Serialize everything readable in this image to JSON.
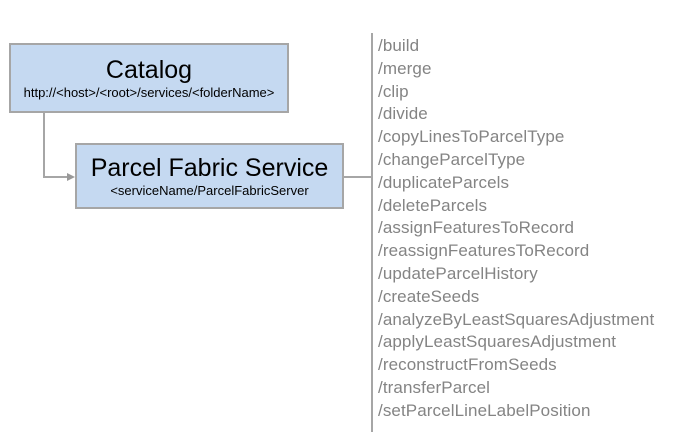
{
  "colors": {
    "box_fill": "#c5d9f1",
    "box_border": "#a6a6a6",
    "connector": "#a6a6a6",
    "arrow": "#999999",
    "endpoint_text": "#848484",
    "title_text": "#000000"
  },
  "catalog": {
    "title": "Catalog",
    "subtitle": "http://<host>/<root>/services/<folderName>"
  },
  "service": {
    "title": "Parcel Fabric Service",
    "subtitle": "<serviceName/ParcelFabricServer"
  },
  "endpoints": [
    "/build",
    "/merge",
    "/clip",
    "/divide",
    "/copyLinesToParcelType",
    "/changeParcelType",
    "/duplicateParcels",
    "/deleteParcels",
    "/assignFeaturesToRecord",
    "/reassignFeaturesToRecord",
    "/updateParcelHistory",
    "/createSeeds",
    "/analyzeByLeastSquaresAdjustment",
    "/applyLeastSquaresAdjustment",
    "/reconstructFromSeeds",
    "/transferParcel",
    "/setParcelLineLabelPosition"
  ]
}
